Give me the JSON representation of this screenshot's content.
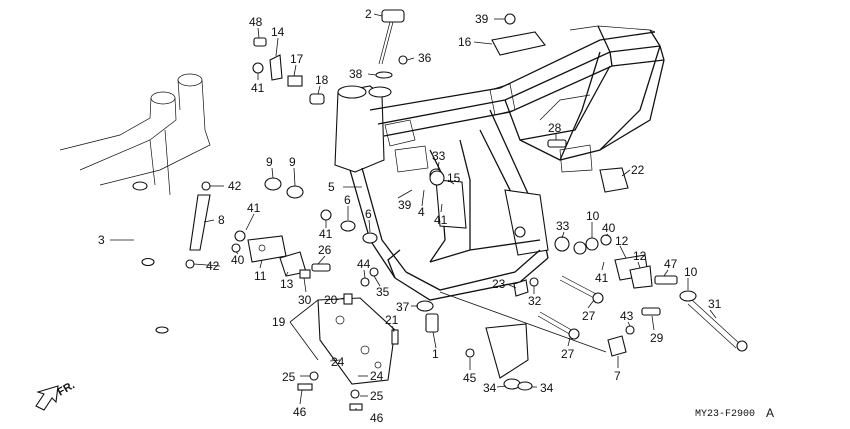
{
  "drawing_code": "MY23-F2900",
  "revision": "A",
  "direction_label": "FR.",
  "callouts": [
    "48",
    "14",
    "17",
    "41",
    "18",
    "2",
    "38",
    "36",
    "39",
    "16",
    "9",
    "9",
    "42",
    "8",
    "3",
    "42",
    "41",
    "40",
    "11",
    "13",
    "26",
    "30",
    "6",
    "6",
    "41",
    "5",
    "33",
    "15",
    "39",
    "4",
    "41",
    "28",
    "22",
    "44",
    "35",
    "37",
    "20",
    "19",
    "21",
    "24",
    "24",
    "25",
    "25",
    "46",
    "46",
    "1",
    "45",
    "34",
    "34",
    "23",
    "32",
    "27",
    "27",
    "33",
    "10",
    "40",
    "12",
    "12",
    "41",
    "47",
    "10",
    "43",
    "29",
    "31",
    "7"
  ]
}
